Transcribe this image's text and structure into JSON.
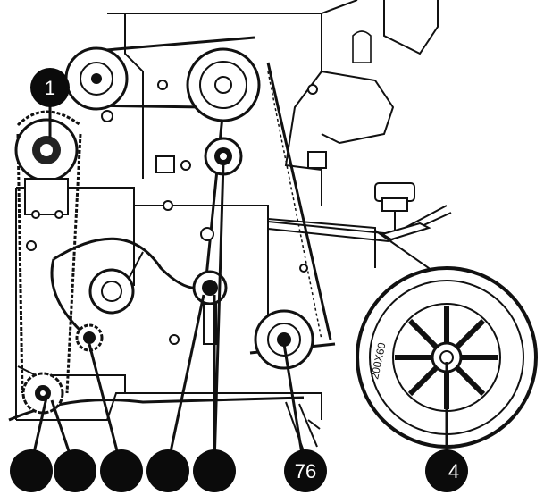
{
  "callouts": [
    {
      "id": "c1",
      "label": "1"
    },
    {
      "id": "c2",
      "label": ""
    },
    {
      "id": "c3",
      "label": ""
    },
    {
      "id": "c4",
      "label": ""
    },
    {
      "id": "c5",
      "label": ""
    },
    {
      "id": "c6",
      "label": ""
    },
    {
      "id": "c7",
      "label": "76"
    },
    {
      "id": "c8",
      "label": "4"
    }
  ],
  "wheel": {
    "marking": "200X60"
  },
  "colors": {
    "ink": "#111111",
    "badge": "#0b0b0b",
    "paper": "#ffffff",
    "halftone": "#d8d8d8"
  }
}
